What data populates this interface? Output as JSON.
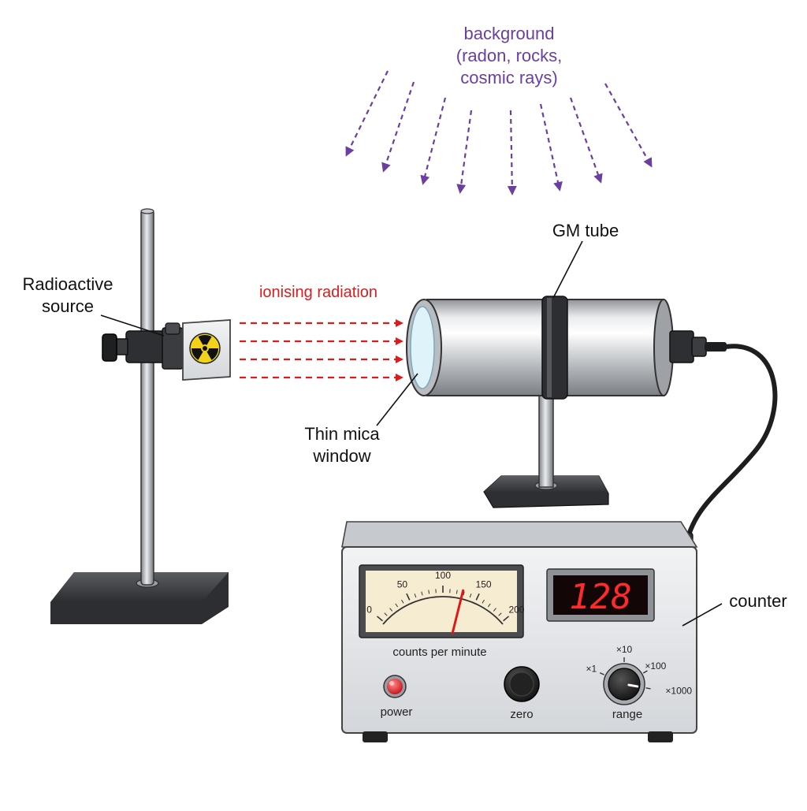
{
  "colors": {
    "background_arrows": "#6a3fa0",
    "radiation_arrows": "#d91c1c",
    "led_digits": "#ff2a2a",
    "trefoil": "#f2d21b",
    "needle": "#e01818",
    "power_light": "#e8262b"
  },
  "labels": {
    "background_line1": "background",
    "background_line2": "(radon, rocks,",
    "background_line3": "cosmic rays)",
    "source_line1": "Radioactive",
    "source_line2": "source",
    "radiation": "ionising radiation",
    "gm_tube": "GM tube",
    "window_line1": "Thin mica",
    "window_line2": "window",
    "counter": "counter"
  },
  "icons": {
    "source": "radiation-trefoil-icon",
    "power": "power-light-icon"
  },
  "counter": {
    "display": "128",
    "meter_caption": "counts per minute",
    "meter": {
      "min": 0,
      "max": 200,
      "reading": 128,
      "ticks": [
        "0",
        "50",
        "100",
        "150",
        "200"
      ]
    },
    "power_label": "power",
    "zero_label": "zero",
    "range_label": "range",
    "range_options": [
      "×1",
      "×10",
      "×100",
      "×1000"
    ],
    "range_selected": "×1000"
  }
}
